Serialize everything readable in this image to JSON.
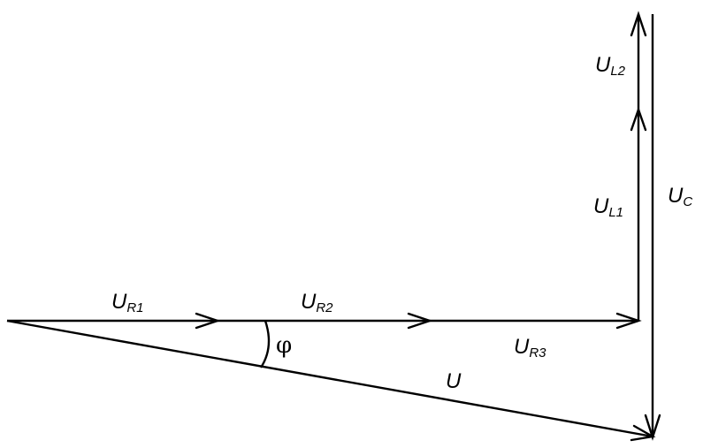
{
  "labels": {
    "ur1": {
      "main": "U",
      "sub": "R1"
    },
    "ur2": {
      "main": "U",
      "sub": "R2"
    },
    "ur3": {
      "main": "U",
      "sub": "R3"
    },
    "ul1": {
      "main": "U",
      "sub": "L1"
    },
    "ul2": {
      "main": "U",
      "sub": "L2"
    },
    "uc": {
      "main": "U",
      "sub": "C"
    },
    "u": {
      "main": "U",
      "sub": ""
    },
    "phi": "φ"
  },
  "colors": {
    "stroke": "#000000",
    "background": "#ffffff"
  }
}
